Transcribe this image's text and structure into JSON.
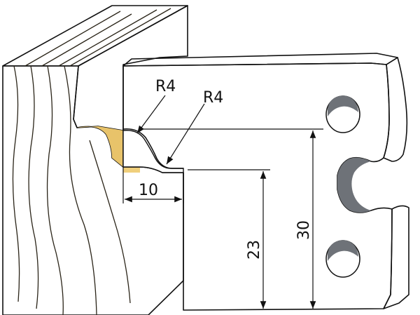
{
  "colors": {
    "wood_front": "#f6dfa3",
    "wood_top": "#f0d488",
    "wood_side": "#f3cf7e",
    "steel_face": "#c3c7cc",
    "steel_edge": "#8a8e94",
    "steel_dark": "#6e7278",
    "line": "#111111"
  },
  "labels": {
    "radius_1": "R4",
    "radius_2": "R4",
    "dim_width": "10",
    "dim_height_inner": "23",
    "dim_height_outer": "30"
  }
}
